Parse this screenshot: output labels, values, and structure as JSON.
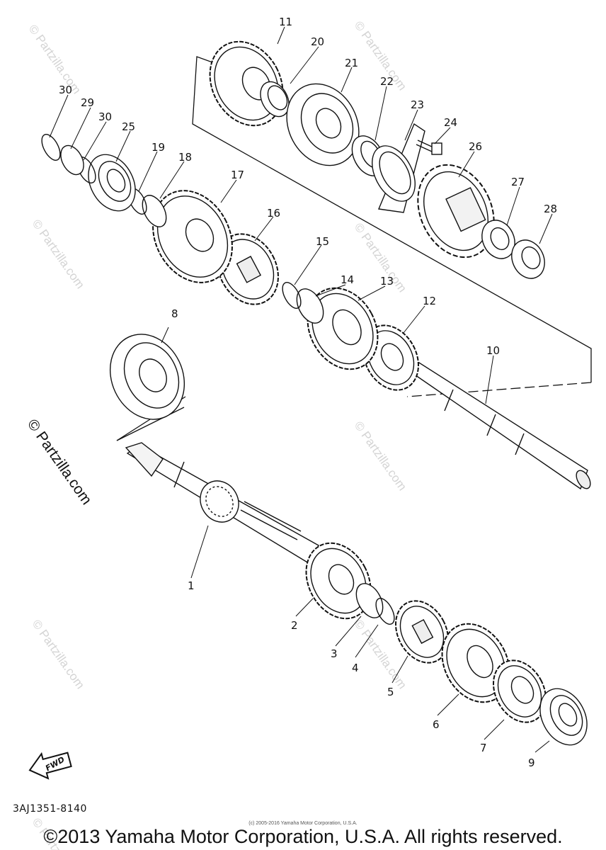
{
  "watermark": {
    "small": "© Partzilla.com",
    "large": "© Partzilla.com"
  },
  "fwd_label": "FWD",
  "drawing_number": "3AJ1351-8140",
  "small_copyright": "(c) 2005-2016 Yamaha Motor Corporation, U.S.A.",
  "copyright": "©2013 Yamaha Motor Corporation, U.S.A. All rights reserved.",
  "callouts": [
    "1",
    "2",
    "3",
    "4",
    "5",
    "6",
    "7",
    "8",
    "9",
    "10",
    "11",
    "12",
    "13",
    "14",
    "15",
    "16",
    "17",
    "18",
    "19",
    "20",
    "21",
    "22",
    "23",
    "24",
    "25",
    "26",
    "27",
    "28",
    "29",
    "30",
    "30"
  ]
}
